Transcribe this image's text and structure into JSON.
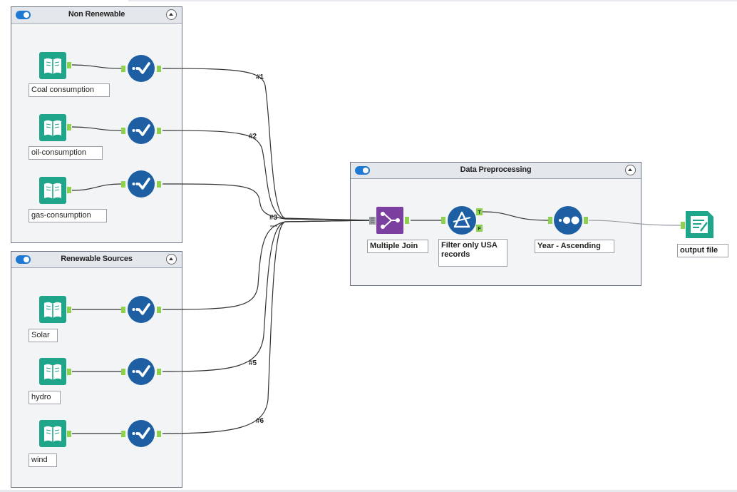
{
  "containers": {
    "non_renewable": {
      "title": "Non Renewable"
    },
    "renewable": {
      "title": "Renewable Sources"
    },
    "preprocessing": {
      "title": "Data Preprocessing"
    }
  },
  "inputs": [
    {
      "label": "Coal consumption",
      "icon": "book-input-icon"
    },
    {
      "label": "oil-consumption",
      "icon": "book-input-icon"
    },
    {
      "label": "gas-consumption",
      "icon": "book-input-icon"
    },
    {
      "label": "Solar",
      "icon": "book-input-icon"
    },
    {
      "label": "hydro",
      "icon": "book-input-icon"
    },
    {
      "label": "wind",
      "icon": "book-input-icon"
    }
  ],
  "select_tool_icon": "select-checkmark-icon",
  "connection_labels": [
    "#1",
    "#2",
    "#3",
    "#5",
    "#6"
  ],
  "tools": {
    "join": {
      "label": "Multiple Join",
      "icon": "multiple-join-icon"
    },
    "filter": {
      "label": "Filter only USA records",
      "icon": "filter-icon",
      "true_anchor": "T",
      "false_anchor": "F"
    },
    "sort": {
      "label": "Year - Ascending",
      "icon": "sort-icon"
    },
    "output": {
      "label": "output file",
      "icon": "output-file-icon"
    }
  },
  "colors": {
    "input_tool": "#1fa58a",
    "select_tool": "#1e5fa3",
    "join_tool": "#7b3fa0",
    "filter_tool": "#1e5fa3",
    "sort_tool": "#1e5fa3",
    "output_tool": "#1fa58a",
    "anchor": "#8fd14f",
    "toggle": "#1f78d1"
  }
}
